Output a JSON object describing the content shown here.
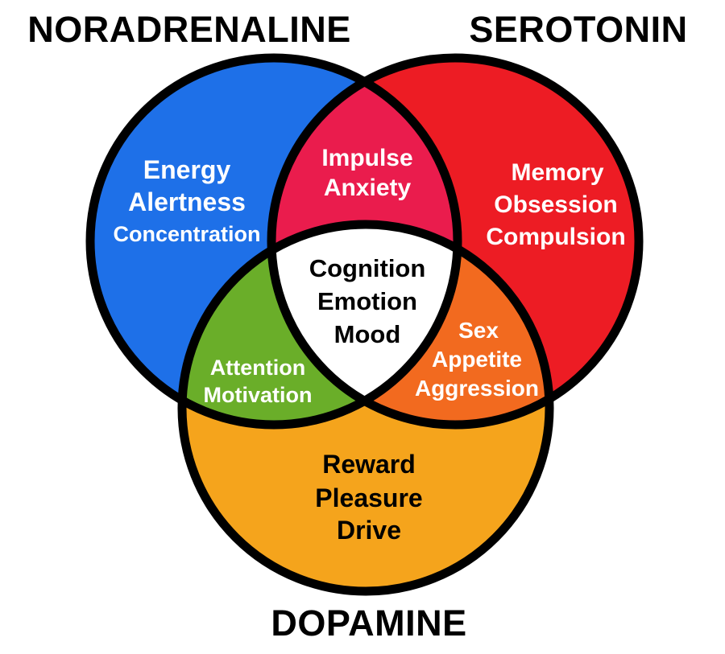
{
  "diagram": {
    "kind": "venn-3",
    "titles": {
      "noradrenaline": "NORADRENALINE",
      "serotonin": "SEROTONIN",
      "dopamine": "DOPAMINE"
    },
    "colors": {
      "noradrenaline": "#1E70E8",
      "serotonin": "#ED1C24",
      "dopamine": "#F5A41C",
      "noradrenaline_serotonin": "#EA1C4D",
      "noradrenaline_dopamine": "#6AAE29",
      "serotonin_dopamine": "#F26A1F",
      "center": "#FFFFFF",
      "outline": "#000000",
      "title_text": "#000000",
      "light_text": "#FFFFFF",
      "dark_text": "#000000"
    },
    "regions": {
      "noradrenaline": {
        "lines": [
          "Energy",
          "Alertness",
          "Concentration"
        ]
      },
      "serotonin": {
        "lines": [
          "Memory",
          "Obsession",
          "Compulsion"
        ]
      },
      "dopamine": {
        "lines": [
          "Reward",
          "Pleasure",
          "Drive"
        ]
      },
      "noradrenaline_serotonin": {
        "lines": [
          "Impulse",
          "Anxiety"
        ]
      },
      "noradrenaline_dopamine": {
        "lines": [
          "Attention",
          "Motivation"
        ]
      },
      "serotonin_dopamine": {
        "lines": [
          "Sex",
          "Appetite",
          "Aggression"
        ]
      },
      "center": {
        "lines": [
          "Cognition",
          "Emotion",
          "Mood"
        ]
      }
    }
  }
}
